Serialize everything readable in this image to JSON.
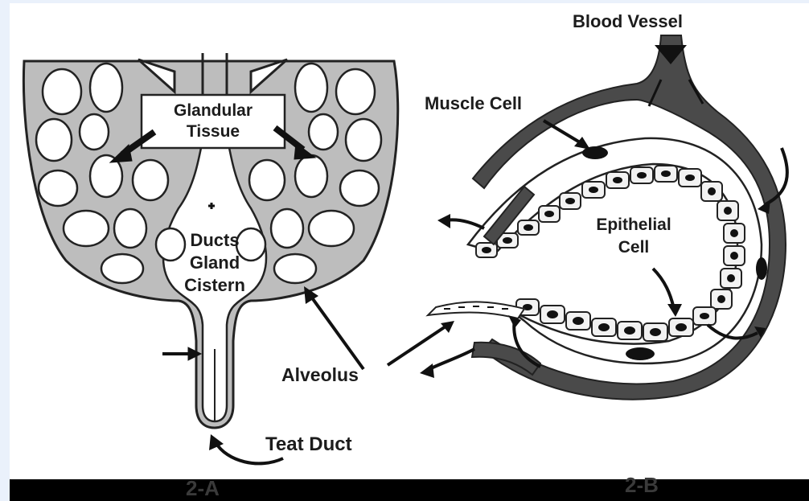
{
  "labels": {
    "glandular_line1": "Glandular",
    "glandular_line2": "Tissue",
    "ducts_line1": "Ducts",
    "ducts_line2": "Gland",
    "ducts_line3": "Cistern",
    "alveolus": "Alveolus",
    "teat_duct": "Teat Duct",
    "blood_vessel": "Blood Vessel",
    "muscle_cell": "Muscle Cell",
    "epithelial_line1": "Epithelial",
    "epithelial_line2": "Cell"
  },
  "figures": {
    "left": "2-A",
    "right": "2-B"
  },
  "colors": {
    "background": "#eaf1fb",
    "panel": "#ffffff",
    "tissue_gray": "#bdbdbd",
    "vessel_dark": "#4a4a4a",
    "outline": "#222222",
    "bottom_bar": "#000000"
  }
}
